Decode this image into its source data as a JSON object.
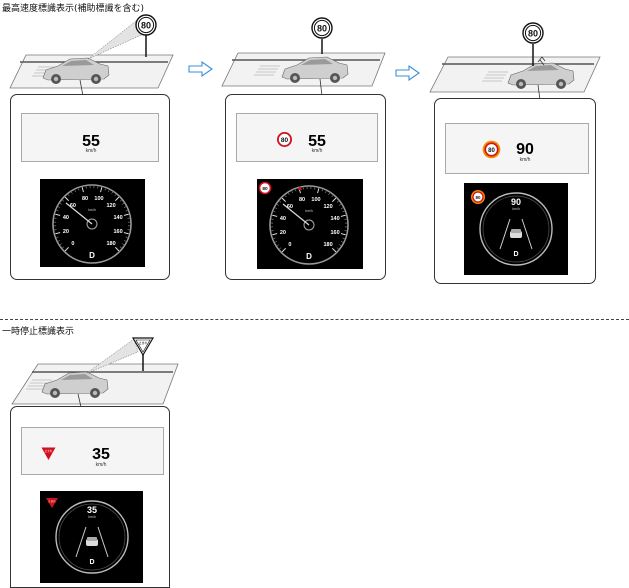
{
  "sections": {
    "speed_limit": {
      "title": "最高速度標識表示(補助標識を含む)"
    },
    "stop_sign": {
      "title": "一時停止標識表示"
    }
  },
  "signs": {
    "speed_limit_value": "80",
    "stop_sign_text": "止まれ"
  },
  "panels": [
    {
      "hud_speed": "55",
      "hud_unit": "km/h",
      "meter_unit": "km/h",
      "gear": "D",
      "hud_sign": ""
    },
    {
      "hud_speed": "55",
      "hud_unit": "km/h",
      "meter_unit": "km/h",
      "gear": "D",
      "hud_sign": "80",
      "meter_sign": "80"
    },
    {
      "hud_speed": "90",
      "hud_unit": "km/h",
      "meter_speed": "90",
      "meter_unit": "km/h",
      "gear": "D",
      "hud_sign": "80",
      "meter_sign": "80"
    },
    {
      "hud_speed": "35",
      "hud_unit": "km/h",
      "meter_speed": "35",
      "meter_unit": "km/h",
      "gear": "D"
    }
  ],
  "speedometer": {
    "ticks": [
      "0",
      "20",
      "40",
      "60",
      "80",
      "100",
      "120",
      "140",
      "160",
      "180"
    ]
  },
  "colors": {
    "sign_red": "#d0101a",
    "sign_orange": "#f08c00",
    "arrow_blue": "#3c8fd8",
    "meter_bg": "#000000"
  }
}
